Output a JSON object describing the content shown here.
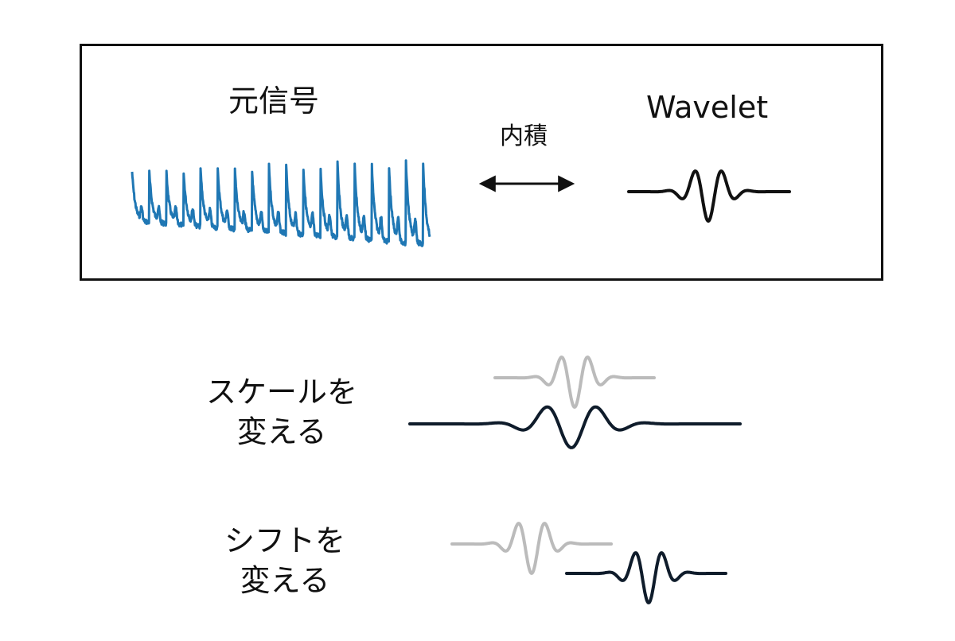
{
  "labels": {
    "original_signal": "元信号",
    "wavelet": "Wavelet",
    "inner_product": "内積",
    "scale_line1": "スケールを",
    "scale_line2": "変える",
    "shift_line1": "シフトを",
    "shift_line2": "変える"
  },
  "colors": {
    "signal": "#1f77b4",
    "wavelet": "#111111",
    "wavelet_dark": "#0f1c2b",
    "wavelet_faded": "#bbbbbb",
    "border": "#111111"
  }
}
